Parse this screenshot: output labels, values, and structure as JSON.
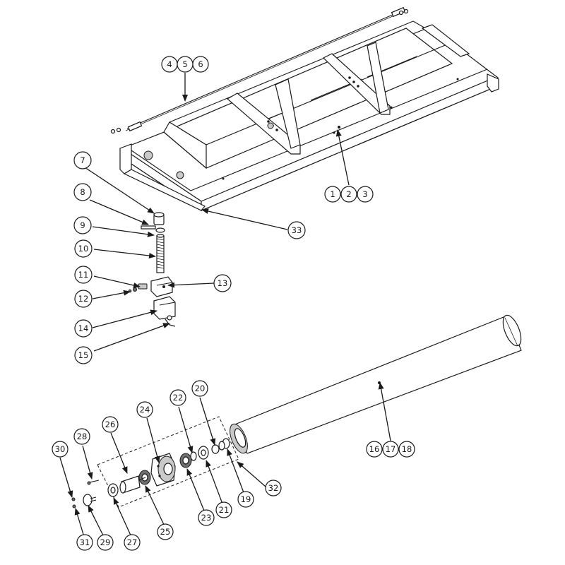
{
  "callouts": {
    "c1": "1",
    "c2": "2",
    "c3": "3",
    "c4": "4",
    "c5": "5",
    "c6": "6",
    "c7": "7",
    "c8": "8",
    "c9": "9",
    "c10": "10",
    "c11": "11",
    "c12": "12",
    "c13": "13",
    "c14": "14",
    "c15": "15",
    "c16": "16",
    "c17": "17",
    "c18": "18",
    "c19": "19",
    "c20": "20",
    "c21": "21",
    "c22": "22",
    "c23": "23",
    "c24": "24",
    "c25": "25",
    "c26": "26",
    "c27": "27",
    "c28": "28",
    "c29": "29",
    "c30": "30",
    "c31": "31",
    "c32": "32",
    "c33": "33"
  }
}
